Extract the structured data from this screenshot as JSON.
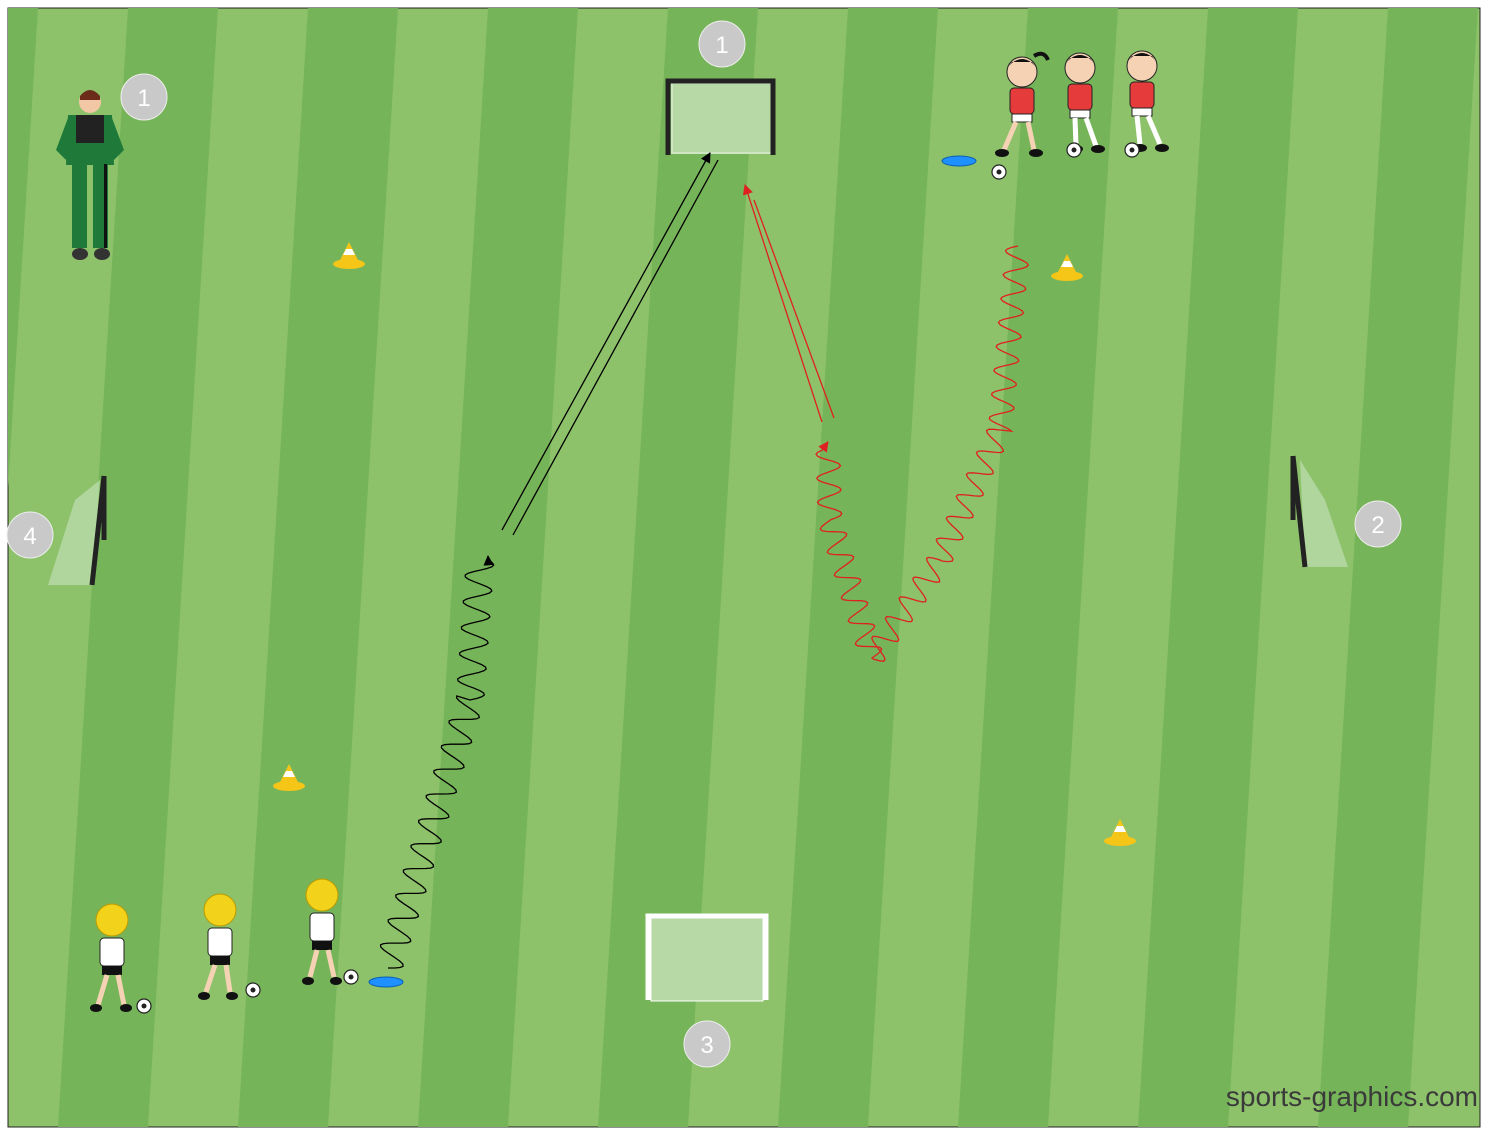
{
  "title": "",
  "watermark": "sports-graphics.com",
  "colors": {
    "grass_light": "#8dc26b",
    "grass_dark": "#76b459",
    "badge_fill": "#c9c9c9",
    "badge_text": "#ffffff",
    "cone_yellow": "#f5c518",
    "disc_blue": "#1e90ff",
    "route_black": "#000000",
    "route_red": "#e02020",
    "coach_green": "#1f7a3a",
    "team_red_shirt": "#e53b3b",
    "team_white_shirt": "#ffffff",
    "team_yellow_hair": "#f3d21c"
  },
  "badges": {
    "coach": "1",
    "goal_top": "1",
    "goal_right": "2",
    "goal_bottom": "3",
    "goal_left": "4"
  },
  "icons": {
    "coach": "coach-icon",
    "player": "player-icon",
    "goal": "goal-icon",
    "cone": "cone-icon",
    "disc": "marker-disc-icon",
    "ball": "ball-icon"
  },
  "teams": [
    {
      "name": "",
      "shirt": "red",
      "count": 3
    },
    {
      "name": "",
      "shirt": "white",
      "count": 3
    }
  ]
}
